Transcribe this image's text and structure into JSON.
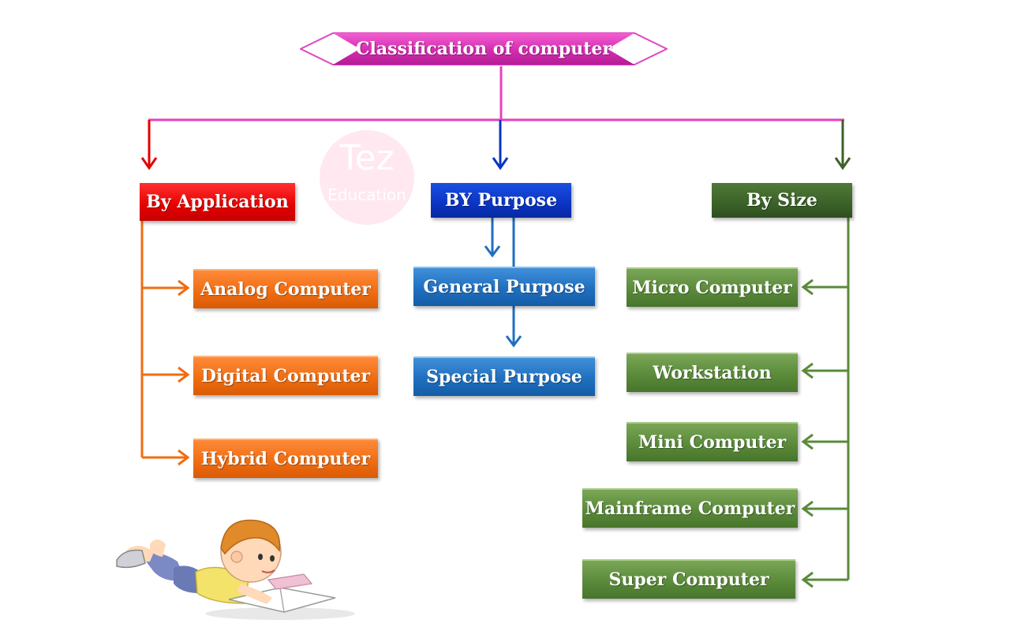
{
  "title": "Classification of computer",
  "watermark": {
    "line1": "Tez",
    "line2": "Education"
  },
  "categories": [
    {
      "label": "By Application",
      "color": "#e60000",
      "items": [
        "Analog Computer",
        "Digital Computer",
        "Hybrid Computer"
      ],
      "item_color": "#f06d12"
    },
    {
      "label": "BY Purpose",
      "color": "#0b34c4",
      "items": [
        "General Purpose",
        "Special Purpose"
      ],
      "item_color": "#1f6fc0"
    },
    {
      "label": "By Size",
      "color": "#3b6128",
      "items": [
        "Micro Computer",
        "Workstation",
        "Mini Computer",
        "Mainframe Computer",
        "Super Computer"
      ],
      "item_color": "#5a8a3a"
    }
  ],
  "connector_color": "#e83fbf"
}
